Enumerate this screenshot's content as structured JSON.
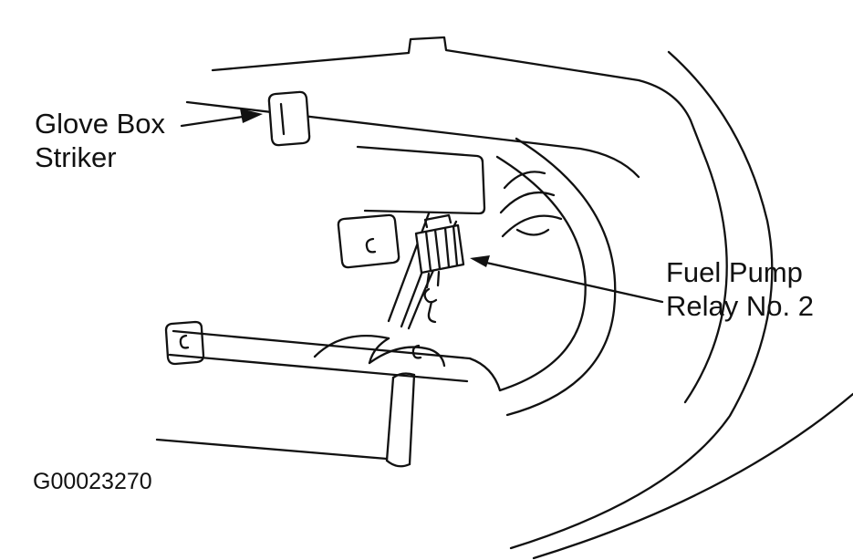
{
  "figure": {
    "background": "#ffffff",
    "ink": "#111111",
    "id_code": "G00023270"
  },
  "labels": {
    "glove_box_striker": {
      "line1": "Glove Box",
      "line2": "Striker"
    },
    "fuel_pump_relay": {
      "line1": "Fuel Pump",
      "line2": "Relay No. 2"
    }
  }
}
